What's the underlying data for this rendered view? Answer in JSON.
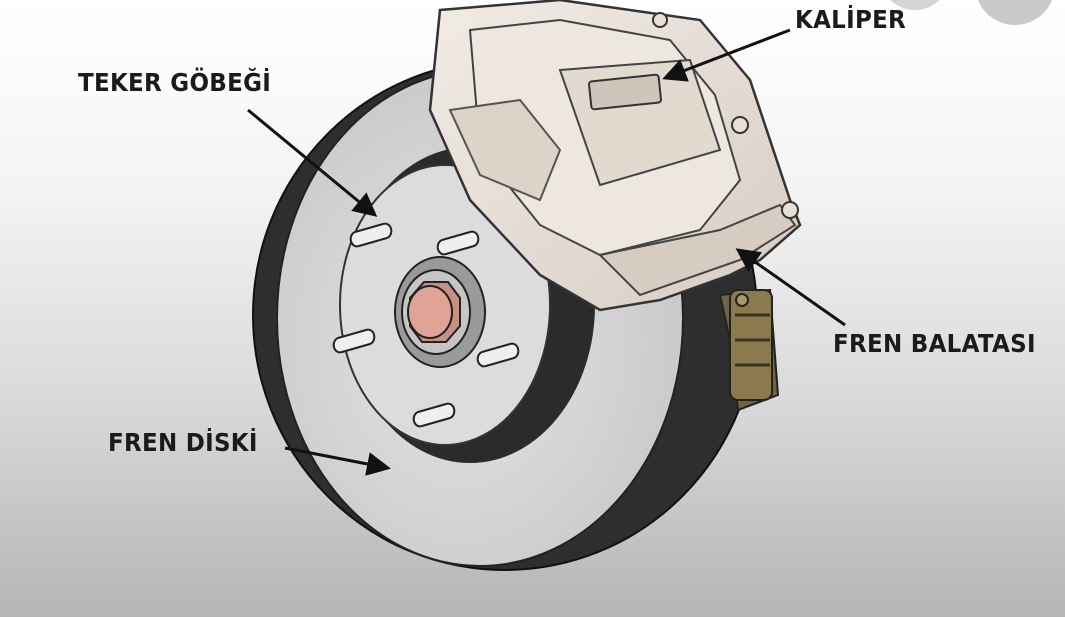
{
  "labels": {
    "wheel_hub": "TEKER GÖBEĞİ",
    "caliper": "KALİPER",
    "brake_pad": "FREN BALATASI",
    "brake_disc": "FREN DİSKİ"
  },
  "colors": {
    "background_top": "#ffffff",
    "background_bottom": "#b5b5b5",
    "disc_face": "#d6d6d6",
    "disc_edge": "#2b2b2b",
    "caliper_body": "#e8dfd6",
    "pad_color": "#8a7a4e",
    "nut_color": "#d89a8a",
    "label_text": "#1b1b1b"
  }
}
